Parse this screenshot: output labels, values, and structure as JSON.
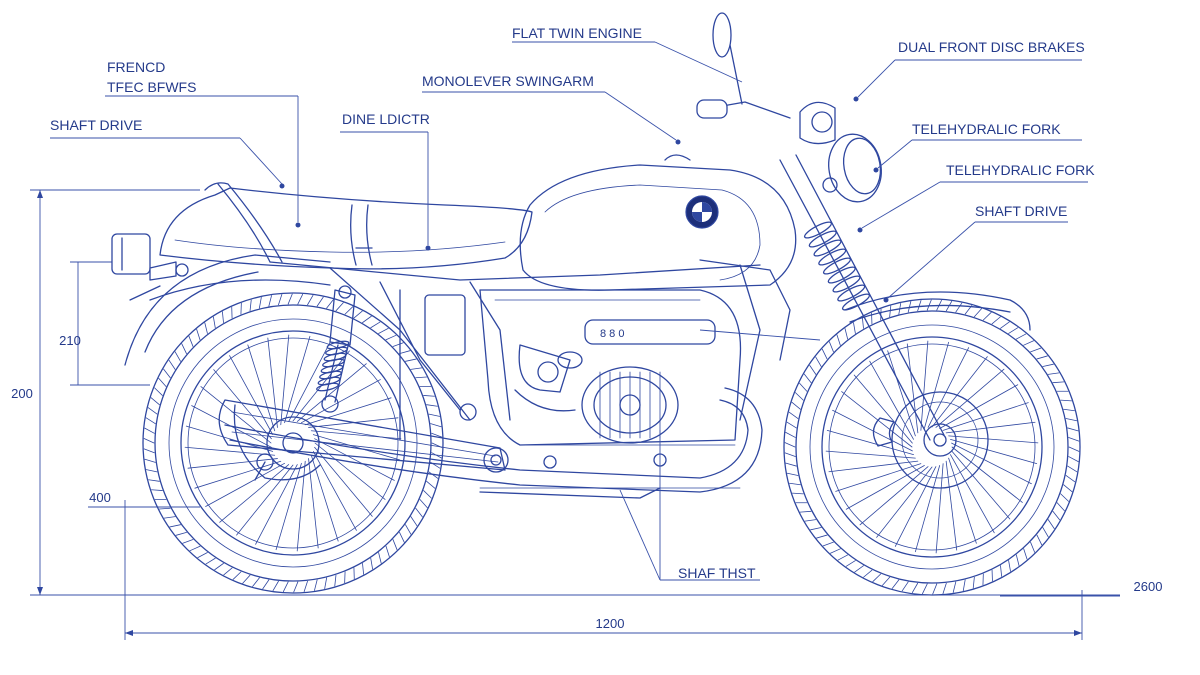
{
  "callouts": {
    "french_line1": "FRENCD",
    "french_line2": "TFEC BFWFS",
    "shaft_drive_left": "SHAFT DRIVE",
    "dine_ldictr": "DINE LDICTR",
    "monolever": "MONOLEVER SWINGARM",
    "flat_twin": "FLAT TWIN ENGINE",
    "dual_disc": "DUAL FRONT DISC BRAKES",
    "fork_1": "TELEHYDRALIC FORK",
    "fork_2": "TELEHYDRALIC FORK",
    "shaft_drive_right": "SHAFT DRIVE",
    "shaft_thst": "SHAF THST"
  },
  "dimensions": {
    "left_200": "200",
    "left_210": "210",
    "left_400": "400",
    "bottom_1200": "1200",
    "right_2600": "2600"
  },
  "colors": {
    "line": "#2f47a0",
    "text": "#243a8a",
    "background": "#ffffff"
  }
}
